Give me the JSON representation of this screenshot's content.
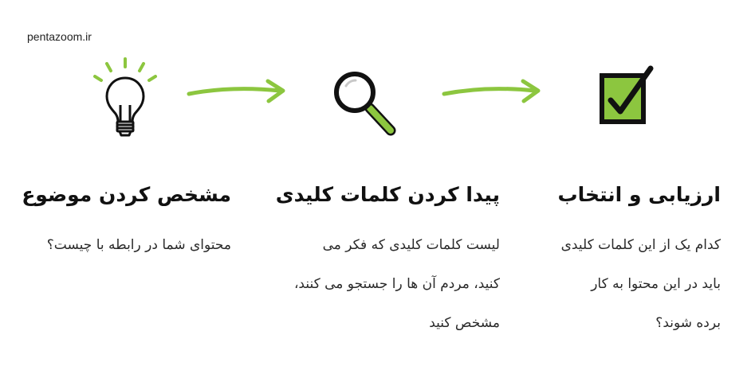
{
  "brand": "pentazoom.ir",
  "colors": {
    "accent": "#8CC63F",
    "ink": "#111111"
  },
  "icons": [
    "lightbulb-icon",
    "arrow-right-icon",
    "magnifier-icon",
    "arrow-right-icon",
    "checkbox-check-icon"
  ],
  "steps": [
    {
      "title": "مشخص کردن موضوع",
      "description": [
        "محتوای شما در رابطه با چیست؟"
      ]
    },
    {
      "title": "پیدا کردن کلمات کلیدی",
      "description": [
        "لیست کلمات کلیدی که فکر می",
        "کنید، مردم آن ها را جستجو می کنند،",
        "مشخص کنید"
      ]
    },
    {
      "title": "ارزیابی و انتخاب",
      "description": [
        "کدام یک از این کلمات کلیدی",
        "باید در این محتوا به کار",
        "برده شوند؟"
      ]
    }
  ]
}
